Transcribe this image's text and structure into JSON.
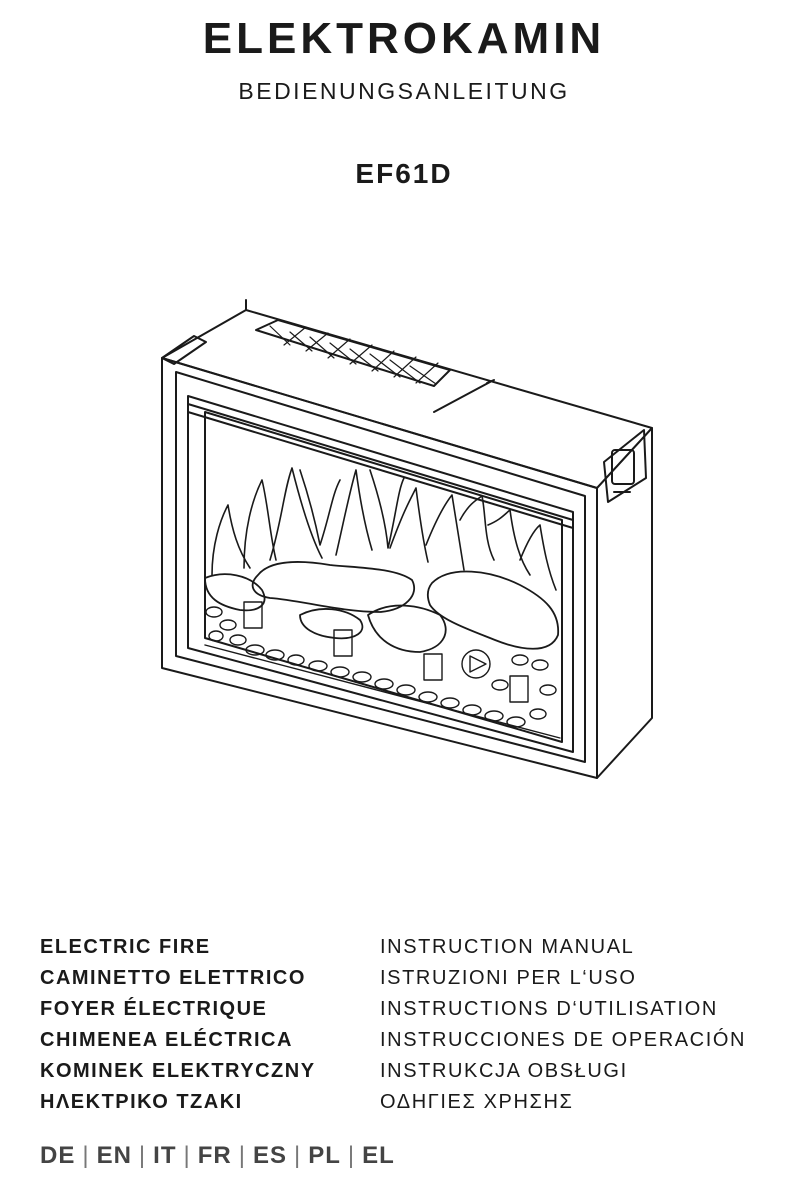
{
  "header": {
    "title": "ELEKTROKAMIN",
    "subtitle": "BEDIENUNGSANLEITUNG",
    "model": "EF61D"
  },
  "illustration": {
    "subject": "electric-fireplace-insert"
  },
  "languages": [
    {
      "name": "ELECTRIC FIRE",
      "doc": "INSTRUCTION MANUAL"
    },
    {
      "name": "CAMINETTO ELETTRICO",
      "doc": "ISTRUZIONI PER L‘USO"
    },
    {
      "name": "FOYER ÉLECTRIQUE",
      "doc": "INSTRUCTIONS D‘UTILISATION"
    },
    {
      "name": "CHIMENEA ELÉCTRICA",
      "doc": "INSTRUCCIONES DE OPERACIÓN"
    },
    {
      "name": "KOMINEK ELEKTRYCZNY",
      "doc": "INSTRUKCJA OBSŁUGI"
    },
    {
      "name": "ΗΛΕΚΤΡΙΚΟ ΤΖΑΚΙ",
      "doc": "ΟΔΗΓΙΕΣ ΧΡΗΣΗΣ"
    }
  ],
  "language_codes": {
    "c0": "DE",
    "c1": "EN",
    "c2": "IT",
    "c3": "FR",
    "c4": "ES",
    "c5": "PL",
    "c6": "EL",
    "separator": "|"
  }
}
